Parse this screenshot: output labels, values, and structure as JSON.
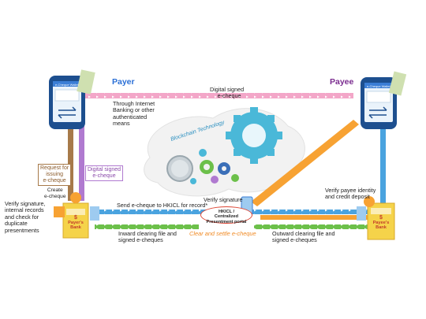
{
  "payer": {
    "label": "Payer",
    "app_title": "e-Cheque Wallet"
  },
  "payee": {
    "label": "Payee",
    "app_title": "e-Cheque Wallet"
  },
  "top_flow": {
    "label_line1": "Digital signed",
    "label_line2": "e-cheque"
  },
  "internet_banking": {
    "line1": "Through Internet",
    "line2": "Banking or other",
    "line3": "authenticated",
    "line4": "means"
  },
  "blockchain": {
    "label": "Blockchain Technology"
  },
  "request_box": {
    "line1": "Request for",
    "line2": "issuing",
    "line3": "e-cheque"
  },
  "digital_box": {
    "line1": "Digital signed",
    "line2": "e-cheque"
  },
  "create": {
    "line1": "Create",
    "line2": "e-cheque"
  },
  "verify_left": {
    "line1": "Verify signature,",
    "line2": "internal records",
    "line3": "and check for",
    "line4": "duplicate",
    "line5": "presentments"
  },
  "verify_sig": {
    "label": "Verify signature"
  },
  "verify_payee": {
    "line1": "Verify payee identity",
    "line2": "and credit deposit"
  },
  "send": {
    "label": "Send e-cheque to HKICL for record*"
  },
  "portal": {
    "line1": "HKICL /",
    "line2": "Centralized",
    "line3": "Presentment portal"
  },
  "inward": {
    "line1": "Inward clearing file and",
    "line2": "signed e-cheques"
  },
  "outward": {
    "line1": "Outward clearing file and",
    "line2": "signed e-cheques"
  },
  "clear_settle": {
    "label": "Clear and settle e-cheque"
  },
  "payer_bank": {
    "label_line1": "Payer's",
    "label_line2": "Bank",
    "symbol": "$"
  },
  "payee_bank": {
    "label_line1": "Payee's",
    "label_line2": "Bank",
    "symbol": "$"
  },
  "colors": {
    "pink": "#f3a6c8",
    "blue": "#4aa3df",
    "orange": "#f7a233",
    "green": "#6cc04a",
    "brown": "#a77a4a",
    "purple": "#b07ad0",
    "phone": "#1d4f8f",
    "gear": "#4ab8d8"
  },
  "icons": [
    "phone-icon",
    "gear-icon",
    "coin-icon",
    "bank-icon",
    "swap-arrows-icon"
  ]
}
